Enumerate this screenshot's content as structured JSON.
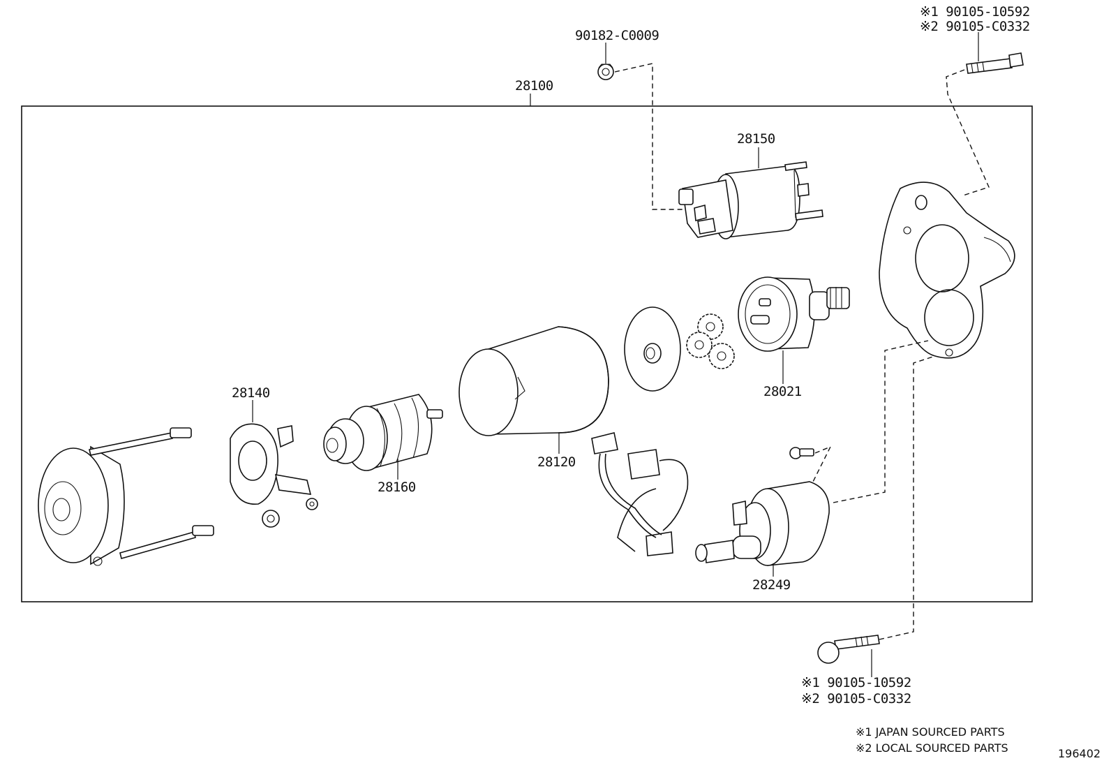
{
  "labels": {
    "assembly": "28100",
    "solenoid_switch": "28150",
    "clutch_assembly": "28021",
    "yoke": "28120",
    "brush_holder": "28140",
    "armature": "28160",
    "starter_housing": "28249",
    "nut_part": "90182-C0009",
    "bolt_top_line1": "※1 90105-10592",
    "bolt_top_line2": "※2 90105-C0332",
    "bolt_bottom_line1": "※1 90105-10592",
    "bolt_bottom_line2": "※2 90105-C0332"
  },
  "legend": {
    "note1": "※1 JAPAN SOURCED PARTS",
    "note2": "※2 LOCAL SOURCED PARTS"
  },
  "figure_id": "196402"
}
